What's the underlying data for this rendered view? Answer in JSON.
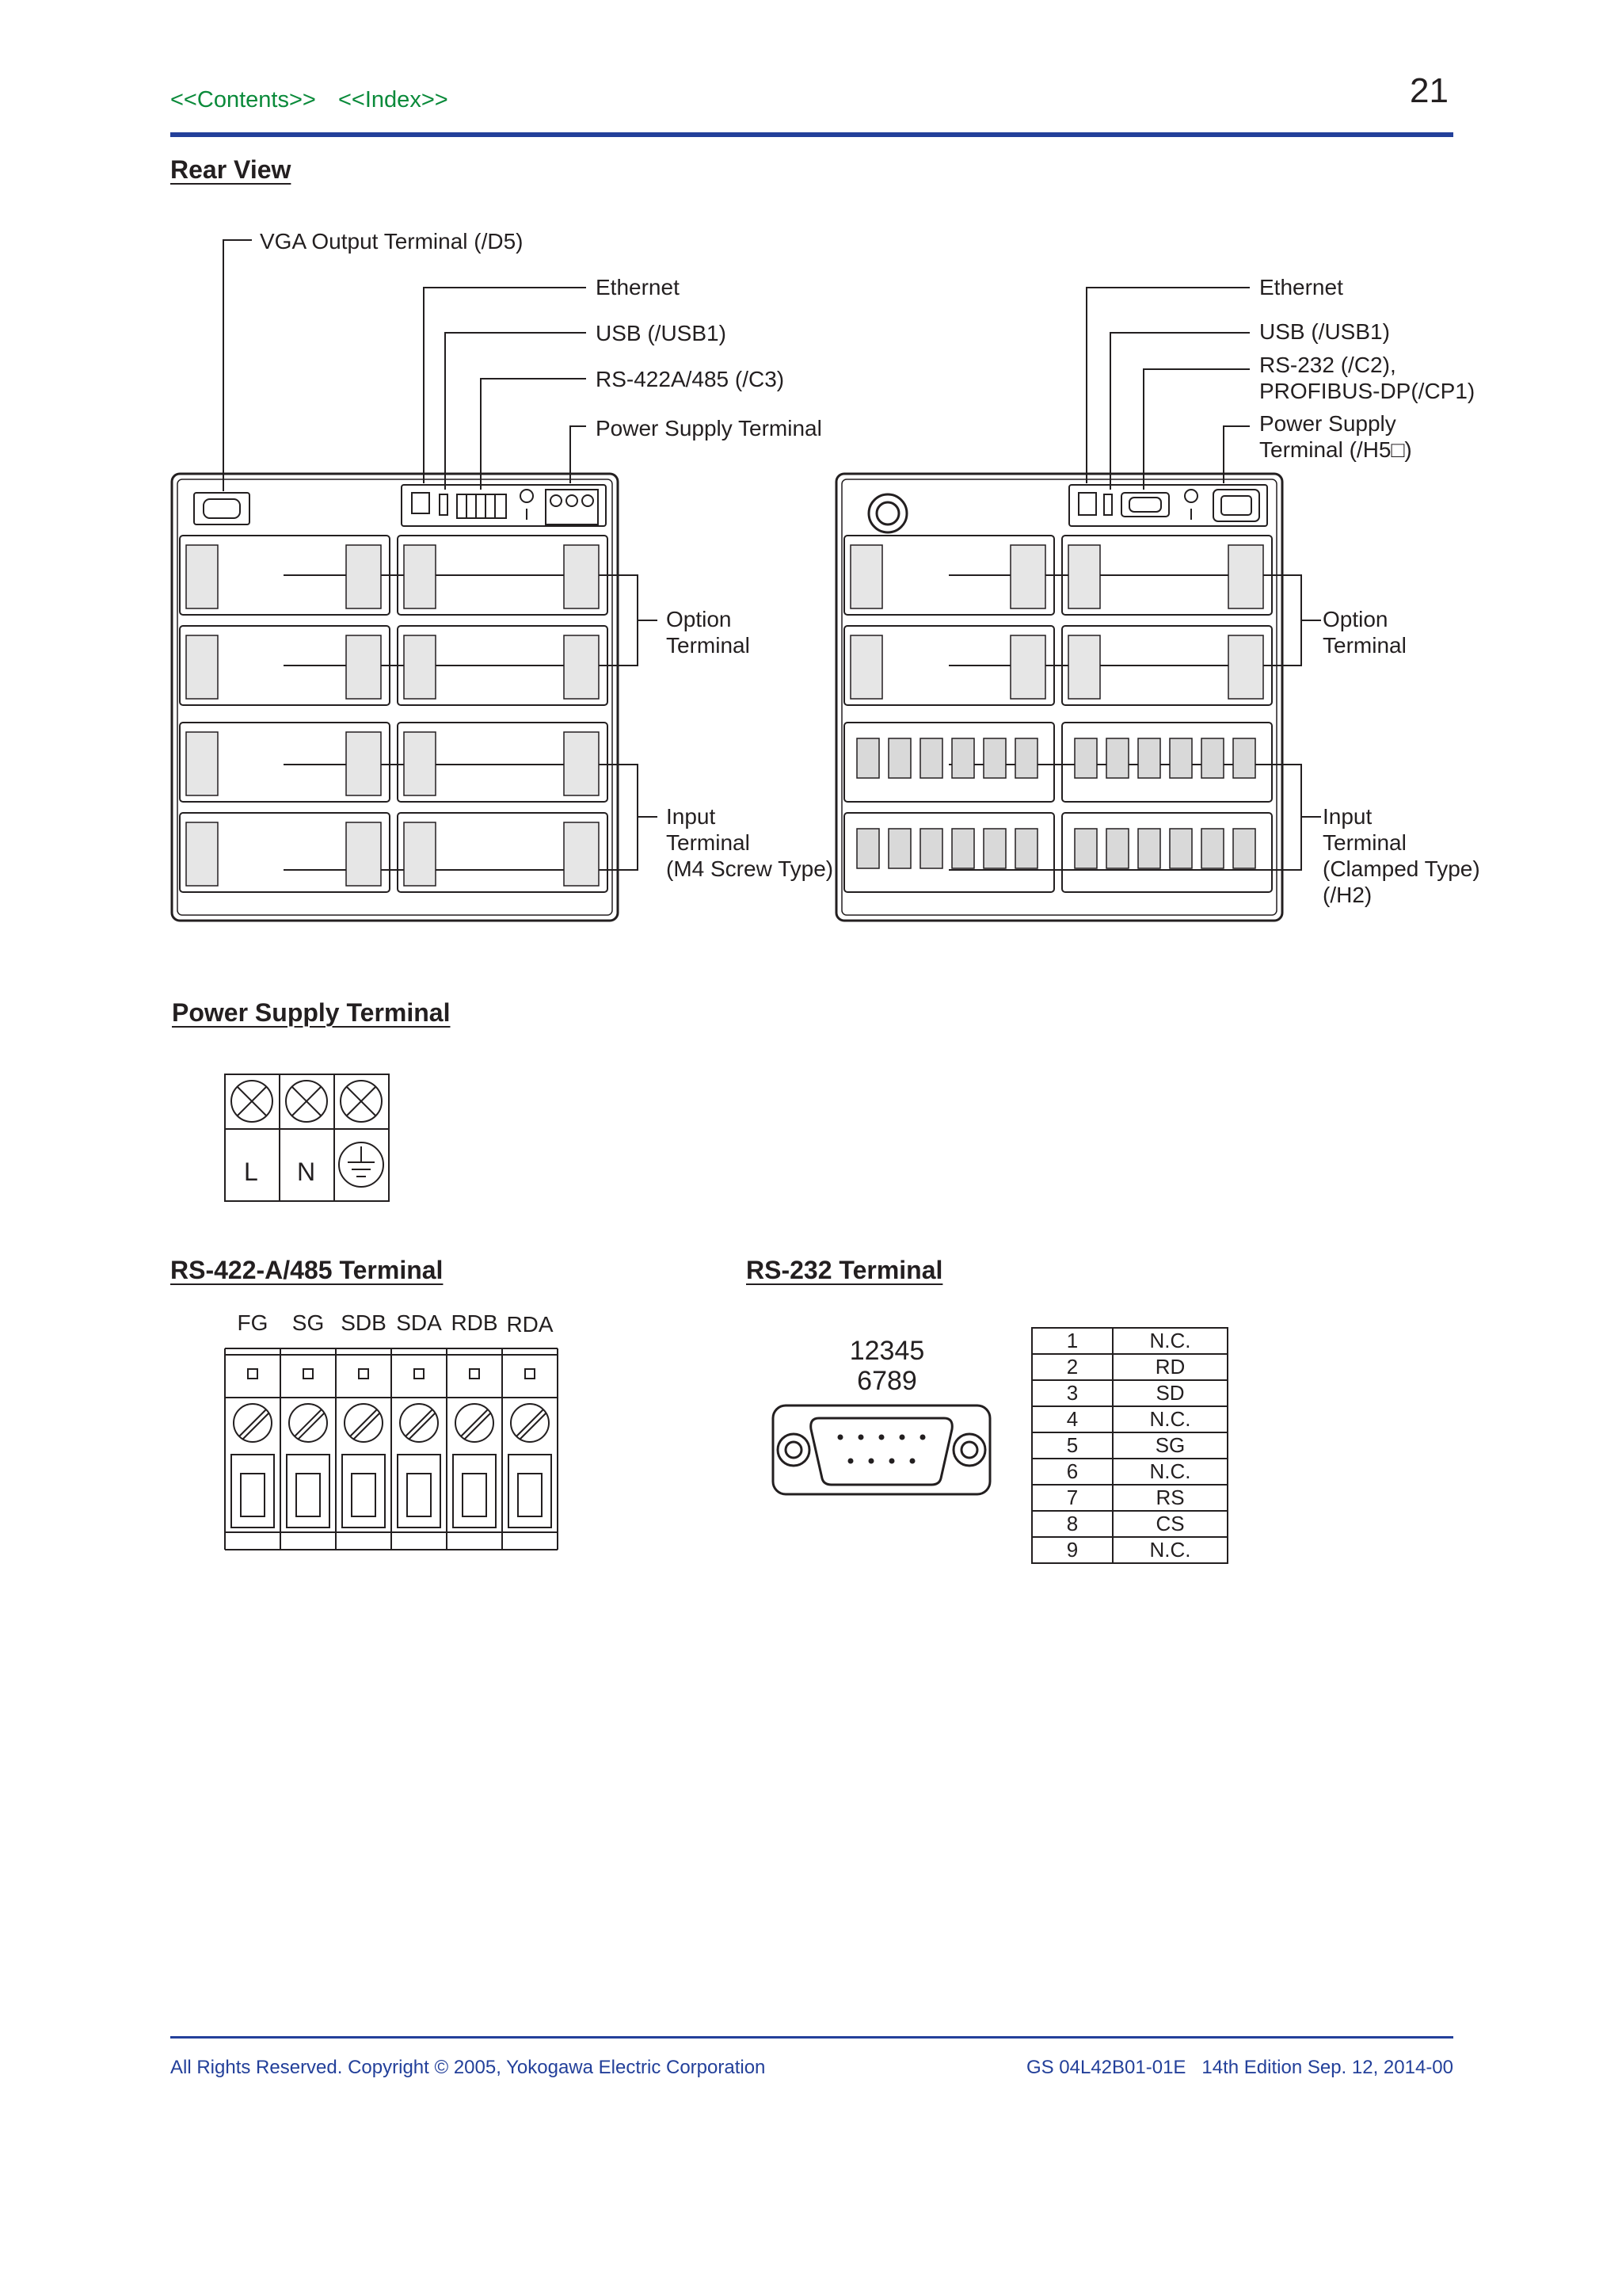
{
  "header": {
    "contents_link": "<<Contents>>",
    "index_link": "<<Index>>",
    "page_number": "21"
  },
  "rear_view": {
    "heading": "Rear View",
    "left_callouts": {
      "vga": "VGA Output Terminal (/D5)",
      "ethernet": "Ethernet",
      "usb": "USB (/USB1)",
      "rs422": "RS-422A/485 (/C3)",
      "power": "Power Supply Terminal",
      "option": "Option\nTerminal",
      "input": "Input\nTerminal\n(M4 Screw Type)"
    },
    "right_callouts": {
      "ethernet": "Ethernet",
      "usb": "USB (/USB1)",
      "rs232": "RS-232 (/C2),\nPROFIBUS-DP(/CP1)",
      "power": "Power Supply\nTerminal (/H5□)",
      "option": "Option\nTerminal",
      "input": "Input\nTerminal\n(Clamped Type)\n(/H2)"
    }
  },
  "power_supply": {
    "heading": "Power Supply Terminal",
    "labels": [
      "L",
      "N"
    ]
  },
  "rs422": {
    "heading": "RS-422-A/485 Terminal",
    "pins": [
      "FG",
      "SG",
      "SDB",
      "SDA",
      "RDB",
      "RDA"
    ]
  },
  "rs232": {
    "heading": "RS-232 Terminal",
    "connector_row1": "12345",
    "connector_row2": "6789",
    "pins": [
      {
        "pin": "1",
        "signal": "N.C."
      },
      {
        "pin": "2",
        "signal": "RD"
      },
      {
        "pin": "3",
        "signal": "SD"
      },
      {
        "pin": "4",
        "signal": "N.C."
      },
      {
        "pin": "5",
        "signal": "SG"
      },
      {
        "pin": "6",
        "signal": "N.C."
      },
      {
        "pin": "7",
        "signal": "RS"
      },
      {
        "pin": "8",
        "signal": "CS"
      },
      {
        "pin": "9",
        "signal": "N.C."
      }
    ]
  },
  "footer": {
    "copyright": "All Rights Reserved. Copyright © 2005, Yokogawa Electric Corporation",
    "doc_id": "GS 04L42B01-01E   14th Edition Sep. 12, 2014-00"
  }
}
